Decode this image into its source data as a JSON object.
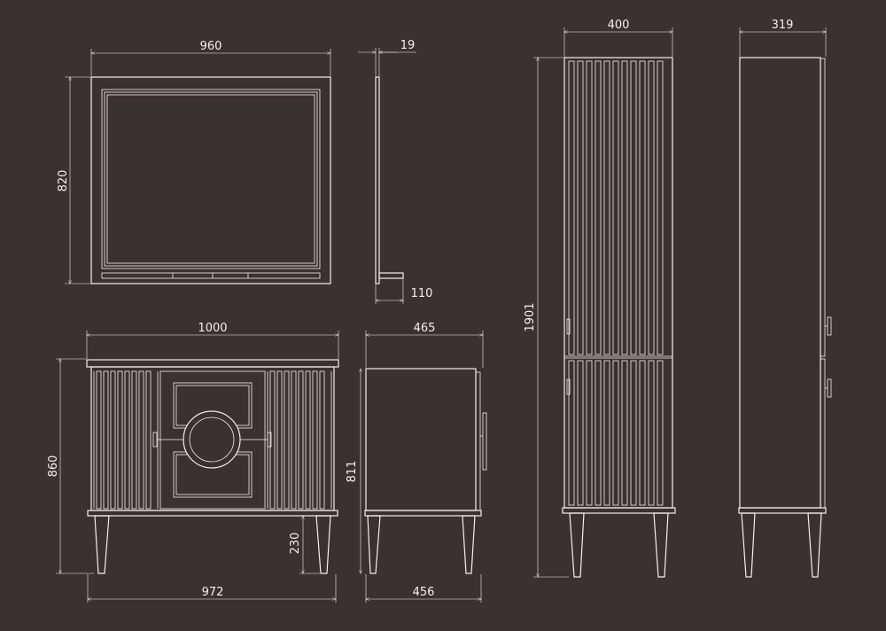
{
  "drawing": {
    "background": "#3a3230",
    "line_color": "#f2f0ee",
    "dimensions": {
      "mirror_width": "960",
      "mirror_height": "820",
      "mirror_depth": "19",
      "shelf_depth": "110",
      "vanity_width": "1000",
      "vanity_height": "860",
      "leg_height": "230",
      "vanity_base_width": "972",
      "vanity_depth": "465",
      "vanity_side_height": "811",
      "vanity_base_depth": "456",
      "column_width": "400",
      "column_height": "1901",
      "column_depth": "319"
    }
  }
}
